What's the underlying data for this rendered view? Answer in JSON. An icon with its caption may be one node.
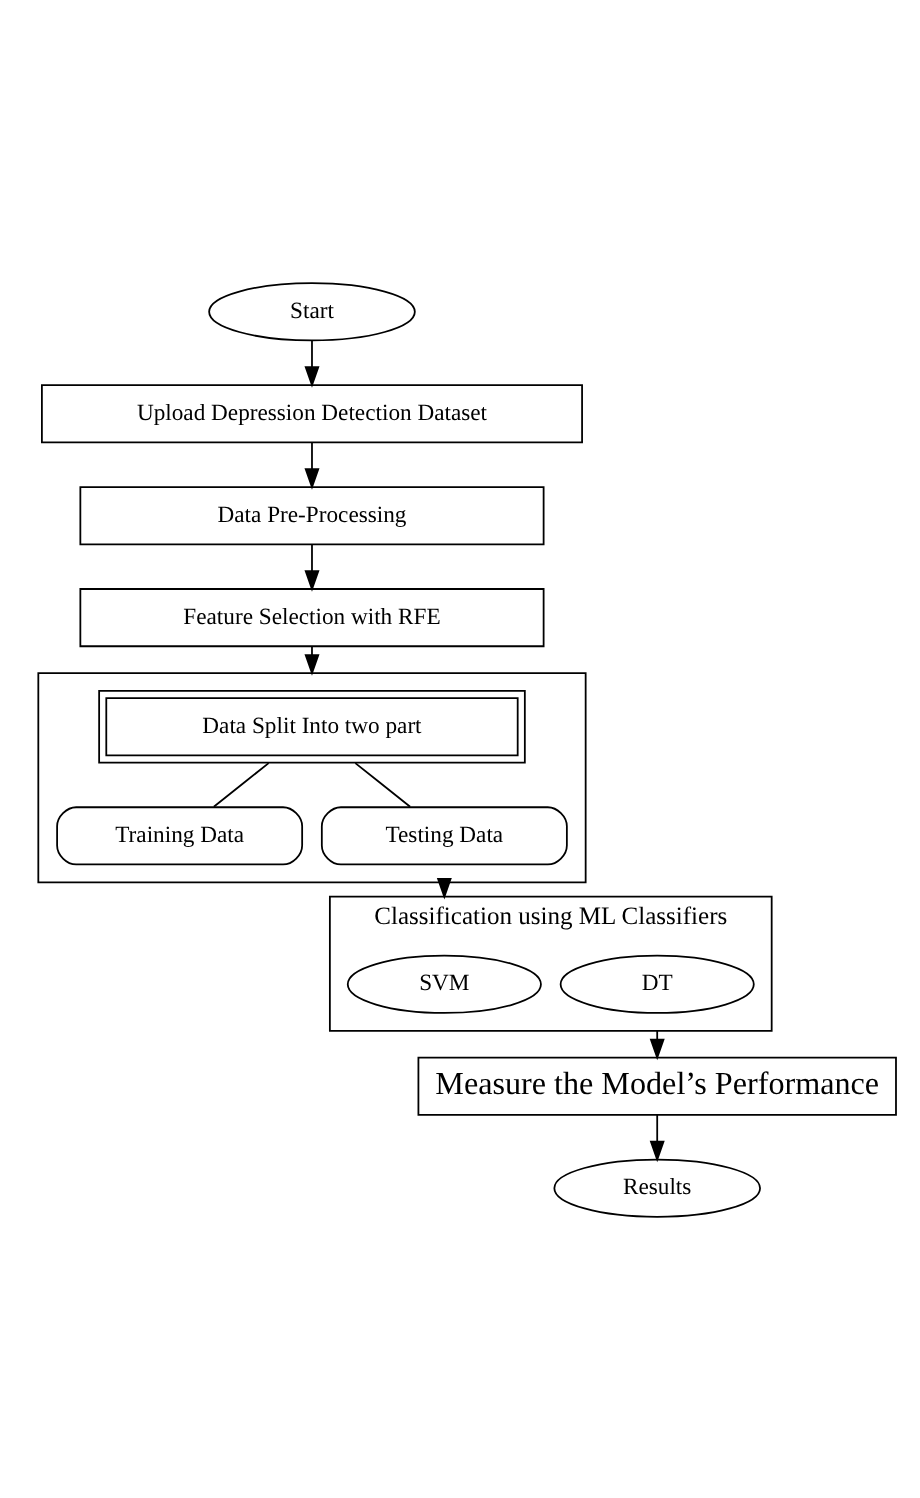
{
  "diagram": {
    "nodes": [
      {
        "text": [
          "Start"
        ]
      },
      {
        "text": [
          "Upload Depression Detection Dataset"
        ]
      },
      {
        "text": [
          "Data Pre-Processing"
        ]
      },
      {
        "text": [
          "Feature Selection with RFE"
        ]
      },
      {
        "text": [],
        "shape": "box"
      },
      {
        "text": [
          "Data Split Into two part"
        ],
        "in": 4
      },
      {
        "text": [
          "Training Data"
        ],
        "in": 4
      },
      {
        "text": [
          "Testing Data"
        ],
        "in": 4
      },
      {
        "text": [
          "Classification using ML Classifiers"
        ]
      },
      {
        "text": [
          "SVM"
        ],
        "in": 8
      },
      {
        "text": [
          "DT"
        ],
        "in": 8
      },
      {
        "text": [
          "Measure the Model’s Performance"
        ]
      },
      {
        "text": [
          "Results"
        ]
      }
    ],
    "edges": [
      {
        "from": 0,
        "to": 1,
        "arrow": "to"
      },
      {
        "from": 1,
        "to": 2,
        "arrow": "to"
      },
      {
        "from": 2,
        "to": 3,
        "arrow": "to"
      },
      {
        "from": 3,
        "to": 4,
        "arrow": "to"
      },
      {
        "from": 5,
        "to": 6,
        "arrow": "none"
      },
      {
        "from": 5,
        "to": 7,
        "arrow": "none"
      },
      {
        "from": 4,
        "to": 8,
        "arrow": "to"
      },
      {
        "from": 8,
        "to": 11,
        "arrow": "to"
      },
      {
        "from": 11,
        "to": 12,
        "arrow": "to"
      }
    ]
  }
}
